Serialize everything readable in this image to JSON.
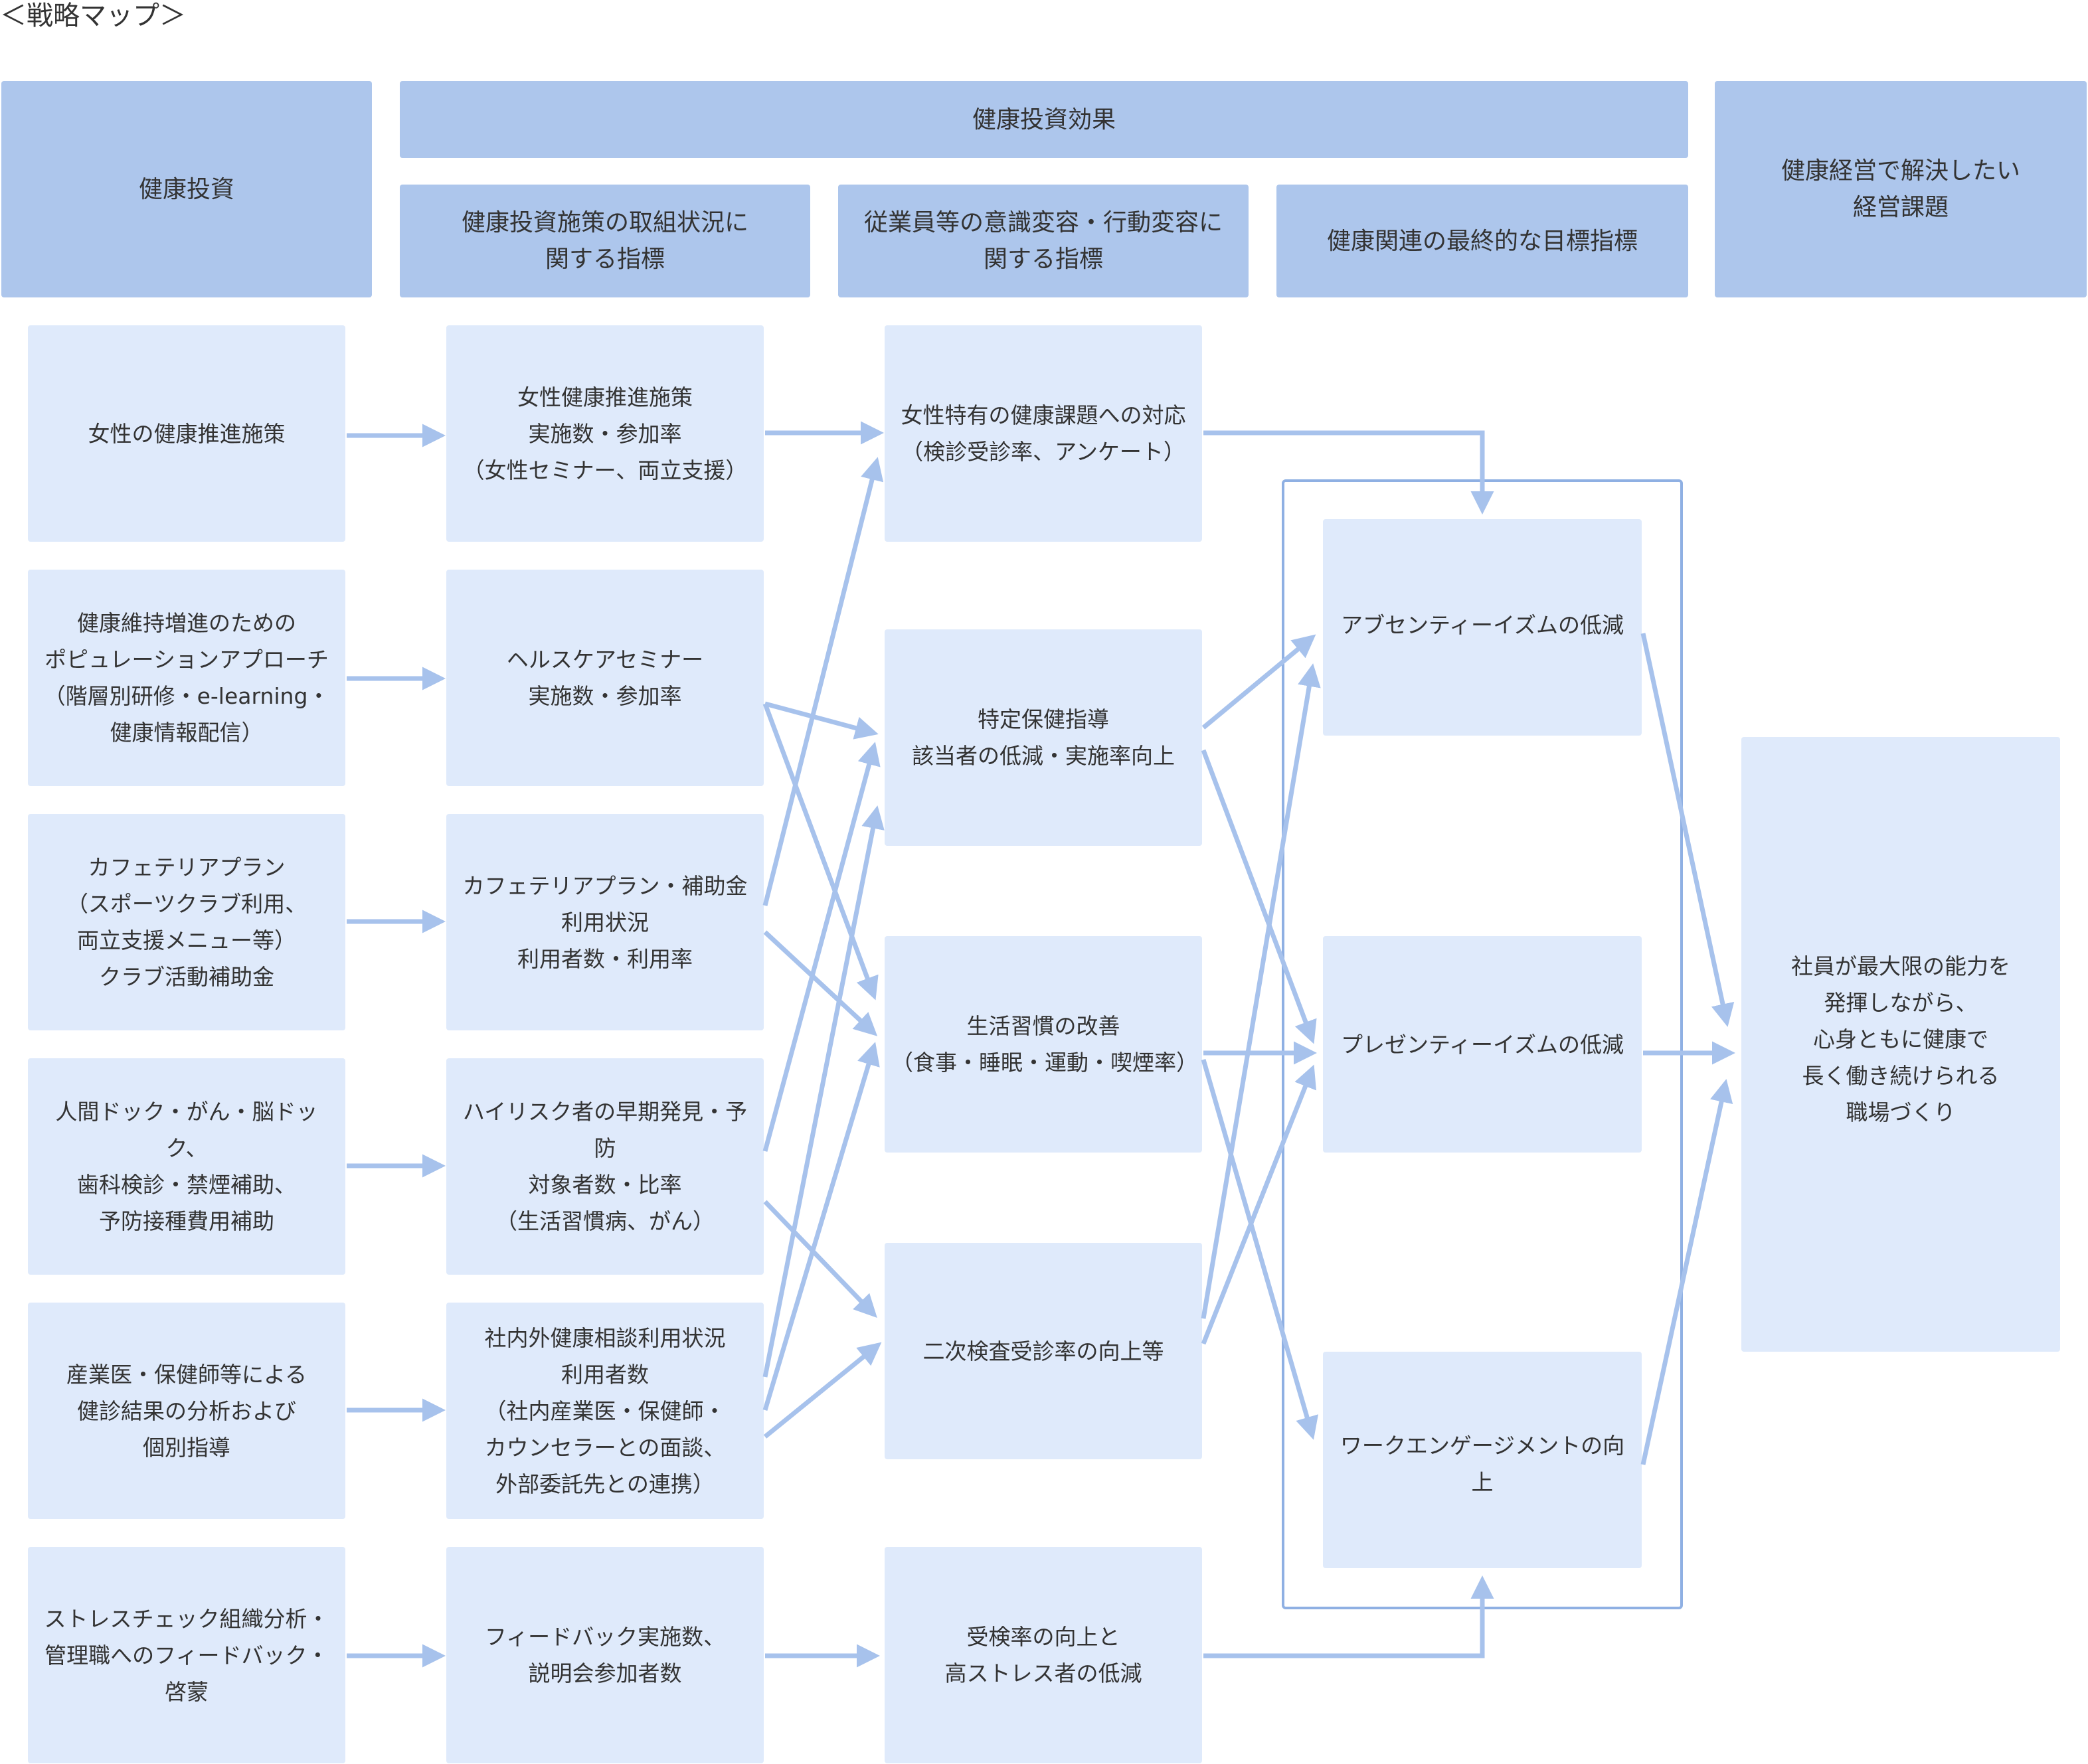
{
  "title": "＜戦略マップ＞",
  "headers": {
    "investment": "健康投資",
    "effect": "健康投資効果",
    "effect_sub1": "健康投資施策の取組状況に\n関する指標",
    "effect_sub2": "従業員等の意識変容・行動変容に\n関する指標",
    "effect_sub3": "健康関連の最終的な目標指標",
    "issue": "健康経営で解決したい\n経営課題"
  },
  "col1": [
    "女性の健康推進施策",
    "健康維持増進のための\nポピュレーションアプローチ\n（階層別研修・e-learning・\n健康情報配信）",
    "カフェテリアプラン\n（スポーツクラブ利用、\n両立支援メニュー等）\nクラブ活動補助金",
    "人間ドック・がん・脳ドック、\n歯科検診・禁煙補助、\n予防接種費用補助",
    "産業医・保健師等による\n健診結果の分析および\n個別指導",
    "ストレスチェック組織分析・\n管理職へのフィードバック・\n啓蒙"
  ],
  "col2": [
    "女性健康推進施策\n実施数・参加率\n（女性セミナー、両立支援）",
    "ヘルスケアセミナー\n実施数・参加率",
    "カフェテリアプラン・補助金\n利用状況\n利用者数・利用率",
    "ハイリスク者の早期発見・予防\n対象者数・比率\n（生活習慣病、がん）",
    "社内外健康相談利用状況\n利用者数\n（社内産業医・保健師・\nカウンセラーとの面談、\n外部委託先との連携）",
    "フィードバック実施数、\n説明会参加者数"
  ],
  "col3": [
    "女性特有の健康課題への対応\n（検診受診率、アンケート）",
    "特定保健指導\n該当者の低減・実施率向上",
    "生活習慣の改善\n（食事・睡眠・運動・喫煙率）",
    "二次検査受診率の向上等",
    "受検率の向上と\n高ストレス者の低減"
  ],
  "col4": [
    "アブセンティーイズムの低減",
    "プレゼンティーイズムの低減",
    "ワークエンゲージメントの向上"
  ],
  "goal": "社員が最大限の能力を\n発揮しながら、\n心身ともに健康で\n長く働き続けられる\n職場づくり",
  "colors": {
    "header": "#adc6ec",
    "node": "#dfeafb",
    "arrow": "#a7c2ec",
    "frame": "#8fb0e3"
  }
}
